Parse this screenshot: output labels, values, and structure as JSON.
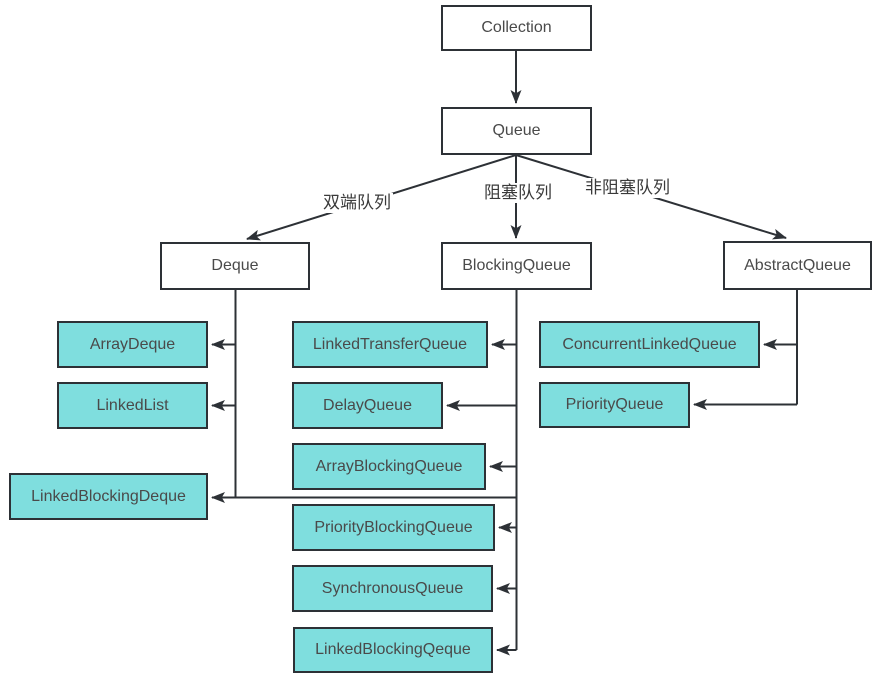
{
  "diagram": {
    "nodes": {
      "collection": {
        "label": "Collection"
      },
      "queue": {
        "label": "Queue"
      },
      "deque": {
        "label": "Deque"
      },
      "blockingQueue": {
        "label": "BlockingQueue"
      },
      "abstractQueue": {
        "label": "AbstractQueue"
      },
      "arrayDeque": {
        "label": "ArrayDeque"
      },
      "linkedList": {
        "label": "LinkedList"
      },
      "linkedBlockingDeque": {
        "label": "LinkedBlockingDeque"
      },
      "linkedTransferQueue": {
        "label": "LinkedTransferQueue"
      },
      "delayQueue": {
        "label": "DelayQueue"
      },
      "arrayBlockingQueue": {
        "label": "ArrayBlockingQueue"
      },
      "priorityBlockingQueue": {
        "label": "PriorityBlockingQueue"
      },
      "synchronousQueue": {
        "label": "SynchronousQueue"
      },
      "linkedBlockingQeque": {
        "label": "LinkedBlockingQeque"
      },
      "concurrentLinkedQueue": {
        "label": "ConcurrentLinkedQueue"
      },
      "priorityQueue": {
        "label": "PriorityQueue"
      }
    },
    "edge_labels": {
      "deque_branch": "双端队列",
      "blocking_branch": "阻塞队列",
      "nonblocking_branch": "非阻塞队列"
    },
    "edges": [
      {
        "from": "Collection",
        "to": "Queue"
      },
      {
        "from": "Queue",
        "to": "Deque",
        "label": "双端队列"
      },
      {
        "from": "Queue",
        "to": "BlockingQueue",
        "label": "阻塞队列"
      },
      {
        "from": "Queue",
        "to": "AbstractQueue",
        "label": "非阻塞队列"
      },
      {
        "from": "Deque",
        "to": "ArrayDeque"
      },
      {
        "from": "Deque",
        "to": "LinkedList"
      },
      {
        "from": "Deque",
        "to": "LinkedBlockingDeque"
      },
      {
        "from": "BlockingQueue",
        "to": "LinkedTransferQueue"
      },
      {
        "from": "BlockingQueue",
        "to": "DelayQueue"
      },
      {
        "from": "BlockingQueue",
        "to": "ArrayBlockingQueue"
      },
      {
        "from": "BlockingQueue",
        "to": "LinkedBlockingDeque"
      },
      {
        "from": "BlockingQueue",
        "to": "PriorityBlockingQueue"
      },
      {
        "from": "BlockingQueue",
        "to": "SynchronousQueue"
      },
      {
        "from": "BlockingQueue",
        "to": "LinkedBlockingQeque"
      },
      {
        "from": "AbstractQueue",
        "to": "ConcurrentLinkedQueue"
      },
      {
        "from": "AbstractQueue",
        "to": "PriorityQueue"
      }
    ],
    "colors": {
      "background": "#ffffff",
      "node_fill_interface": "#ffffff",
      "node_fill_implementation": "#7fdede",
      "border": "#2d3136",
      "line": "#2d3136",
      "node_text": "#4a4a4a",
      "edge_label_text": "#3a3a3a"
    }
  }
}
